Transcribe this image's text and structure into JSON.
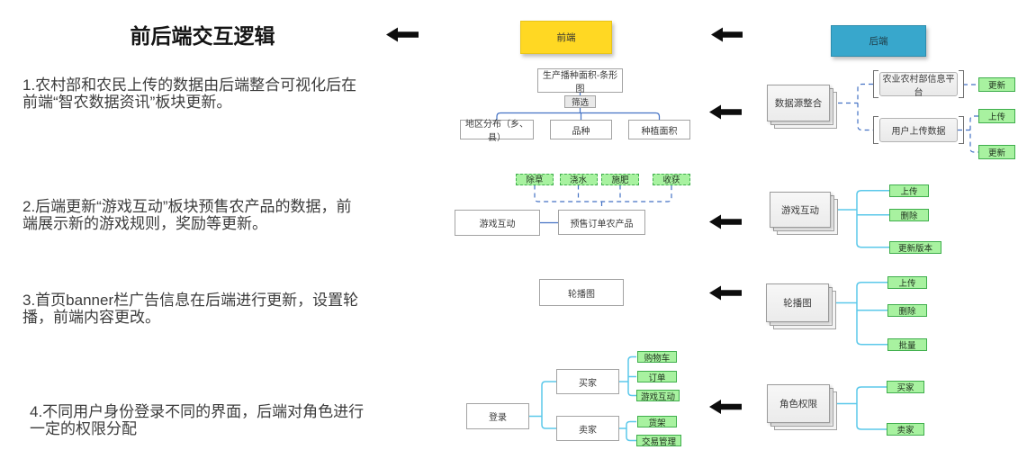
{
  "title": "前后端交互逻辑",
  "notes": [
    "1.农村部和农民上传的数据由后端整合可视化后在前端“智农数据资讯”板块更新。",
    "2.后端更新“游戏互动”板块预售农产品的数据，前端展示新的游戏规则，奖励等更新。",
    "3.首页banner栏广告信息在后端进行更新，设置轮播，前端内容更改。",
    "4.不同用户身份登录不同的界面，后端对角色进行一定的权限分配"
  ],
  "headers": {
    "frontend": "前端",
    "backend": "后端"
  },
  "row1": {
    "chart": "生产播种面积-条形图",
    "filter": "筛选",
    "leaves": [
      "地区分布（乡、县）",
      "品种",
      "种植面积"
    ],
    "stack": "数据源整合",
    "platforms": [
      "农业农村部信息平台",
      "用户上传数据"
    ],
    "actions": [
      "更新",
      "上传",
      "更新"
    ]
  },
  "row2": {
    "tasks": [
      "除草",
      "浇水",
      "施肥",
      "收获"
    ],
    "game": "游戏互动",
    "presale": "预售订单农产品",
    "stack": "游戏互动",
    "actions": [
      "上传",
      "删除",
      "更新版本"
    ]
  },
  "row3": {
    "carousel": "轮播图",
    "stack": "轮播图",
    "actions": [
      "上传",
      "删除",
      "批量"
    ]
  },
  "row4": {
    "login": "登录",
    "buyer": "买家",
    "seller": "卖家",
    "buyer_actions": [
      "购物车",
      "订单",
      "游戏互动"
    ],
    "seller_actions": [
      "货架",
      "交易管理"
    ],
    "stack": "角色权限",
    "roles": [
      "买家",
      "卖家"
    ]
  },
  "colors": {
    "frontend_fill": "#FFD823",
    "backend_fill": "#38A7CC",
    "green_fill": "#A8F2A0",
    "green_border": "#3FAE4C",
    "connector_blue": "#4472C4",
    "connector_cyan": "#5BC8EA",
    "arrow_black": "#0D0D0D"
  }
}
